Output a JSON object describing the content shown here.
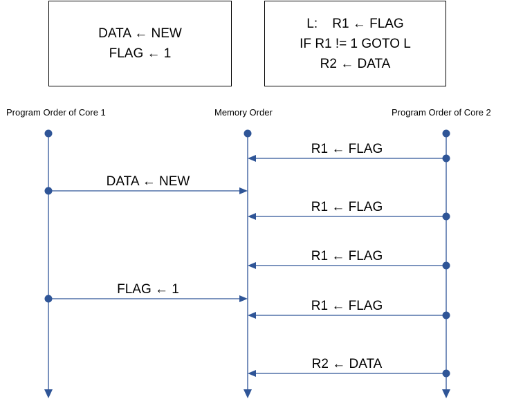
{
  "core1_code": {
    "lines": [
      "DATA ← NEW",
      "FLAG ← 1"
    ]
  },
  "core2_code": {
    "lines": [
      "L:    R1 ← FLAG",
      "IF R1 != 1 GOTO L",
      "R2 ← DATA"
    ]
  },
  "timelines": {
    "core1_label": "Program Order of Core 1",
    "memory_label": "Memory Order",
    "core2_label": "Program Order of Core 2"
  },
  "messages": [
    {
      "from": "core2",
      "to": "memory",
      "label": "R1 ← FLAG"
    },
    {
      "from": "core1",
      "to": "memory",
      "label": "DATA ← NEW"
    },
    {
      "from": "core2",
      "to": "memory",
      "label": "R1 ← FLAG"
    },
    {
      "from": "core2",
      "to": "memory",
      "label": "R1 ← FLAG"
    },
    {
      "from": "core1",
      "to": "memory",
      "label": "FLAG ← 1"
    },
    {
      "from": "core2",
      "to": "memory",
      "label": "R1 ← FLAG"
    },
    {
      "from": "core2",
      "to": "memory",
      "label": "R2 ← DATA"
    }
  ],
  "colors": {
    "line": "#2F5597",
    "text": "#000000"
  }
}
